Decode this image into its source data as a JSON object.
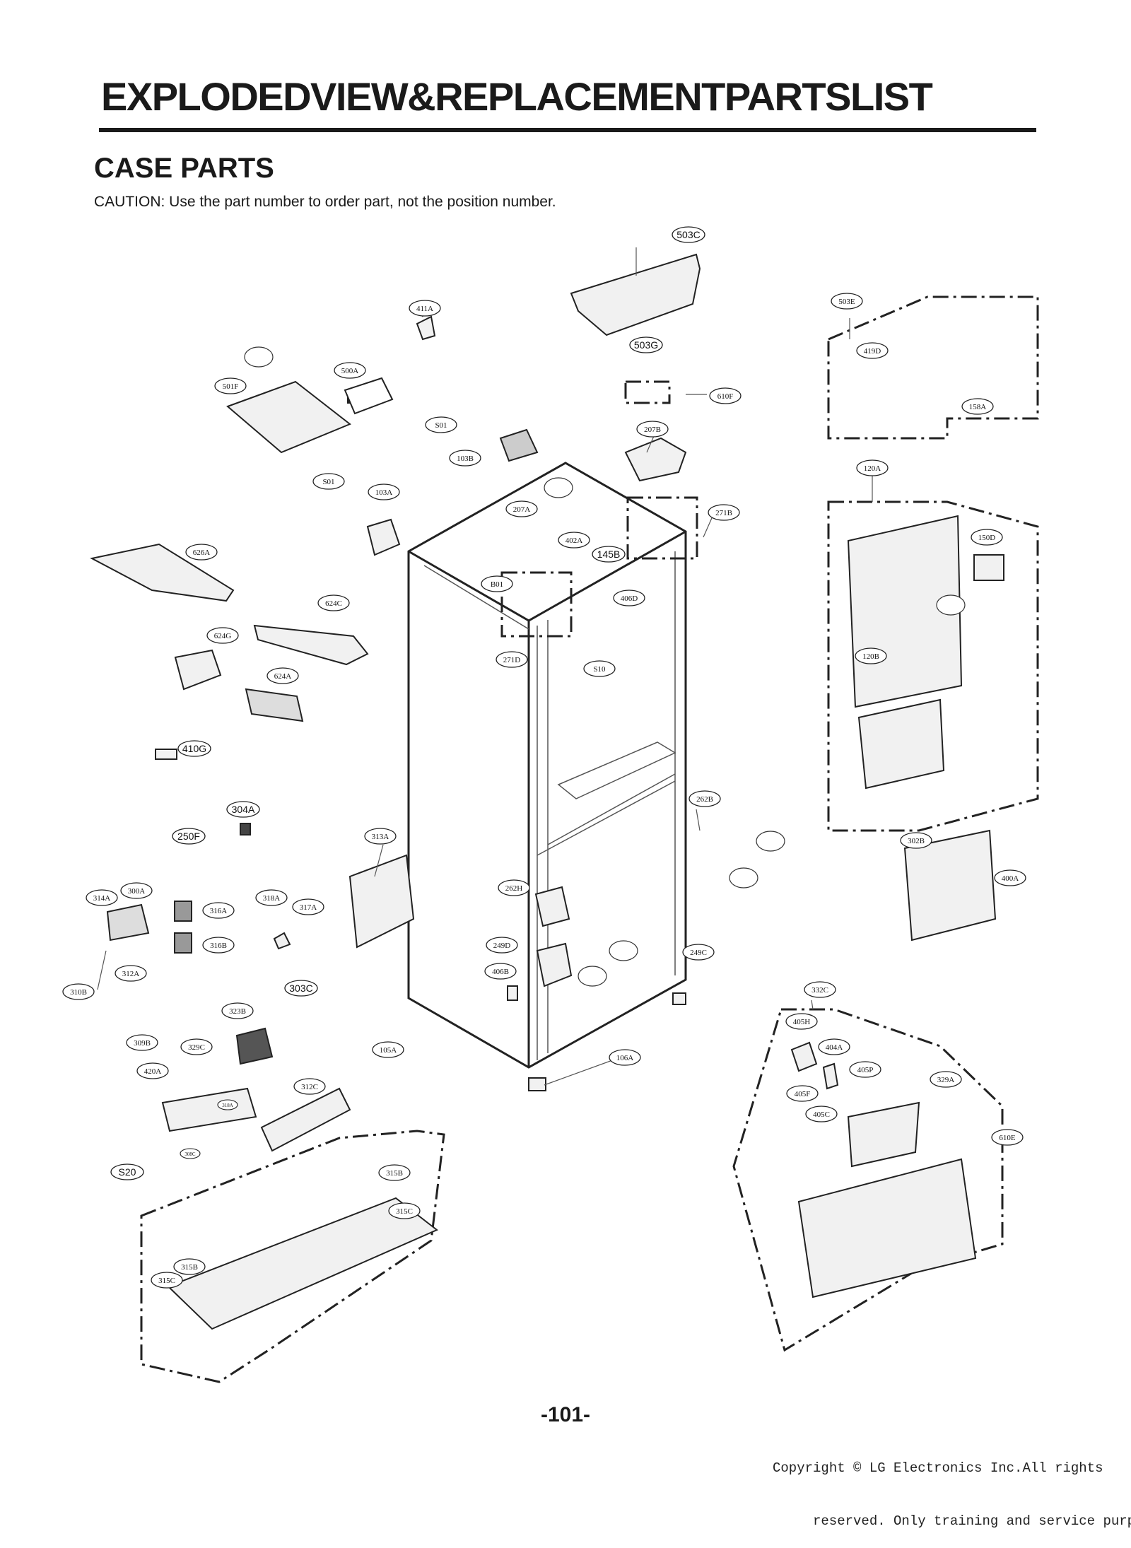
{
  "header": {
    "title": "EXPLODEDVIEW&REPLACEMENTPARTSLIST",
    "section": "CASE PARTS",
    "caution": "CAUTION: Use the part number to order part, not the position number."
  },
  "diagram": {
    "callouts": [
      "503C",
      "503G",
      "411A",
      "500A",
      "501F",
      "S01",
      "103B",
      "610F",
      "207B",
      "S01",
      "103A",
      "207A",
      "402A",
      "145B",
      "271B",
      "B01",
      "406D",
      "271D",
      "S10",
      "626A",
      "624C",
      "624G",
      "624A",
      "410G",
      "304A",
      "250F",
      "313A",
      "262B",
      "262H",
      "314A",
      "300A",
      "316A",
      "316B",
      "318A",
      "317A",
      "310B",
      "312A",
      "249D",
      "406B",
      "249C",
      "303C",
      "323B",
      "309B",
      "329C",
      "105A",
      "420A",
      "106A",
      "312C",
      "318A",
      "308C",
      "S20",
      "315B",
      "315C",
      "315B",
      "315C",
      "503E",
      "419D",
      "158A",
      "120A",
      "150D",
      "120B",
      "302B",
      "400A",
      "332C",
      "405H",
      "404A",
      "405P",
      "329A",
      "405F",
      "405C",
      "610E"
    ]
  },
  "footer": {
    "page_number": "-101-",
    "copyright_line1": "Copyright © LG Electronics Inc.All rights",
    "copyright_line2": "reserved. Only training and service purpose"
  }
}
